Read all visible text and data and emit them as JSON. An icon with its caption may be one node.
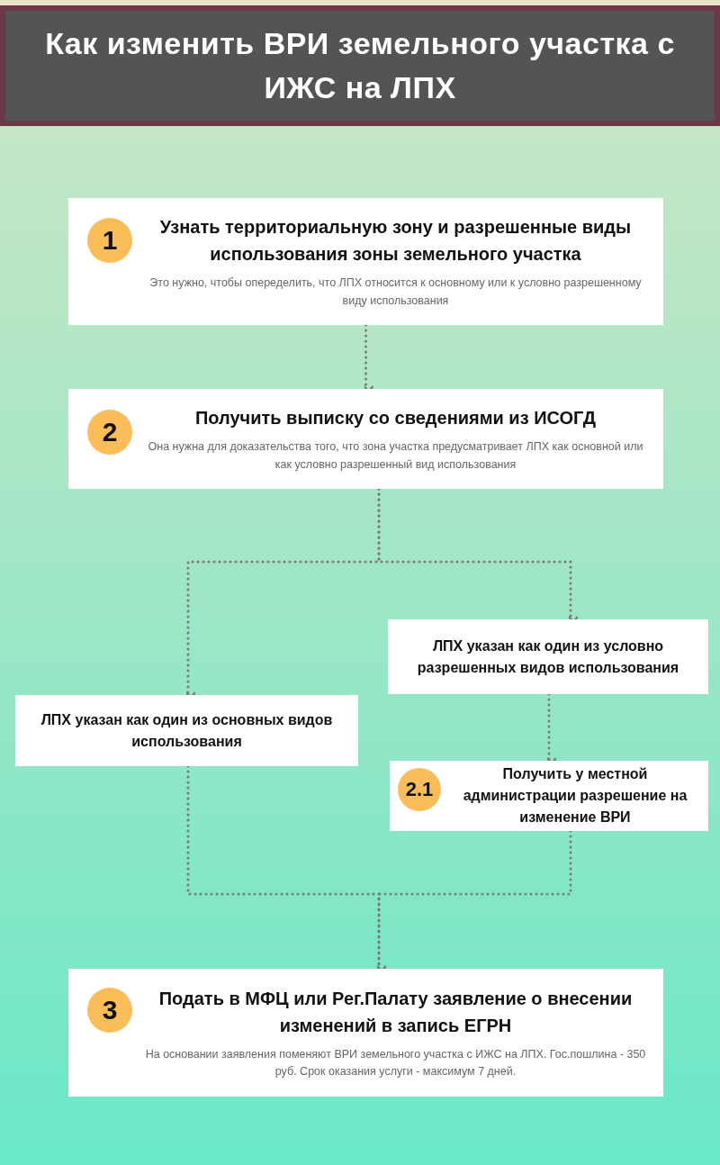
{
  "diagram": {
    "title": "Как изменить ВРИ земельного участка с ИЖС на ЛПХ",
    "nodes": [
      {
        "text": [
          "Узнать территориальную зону и разрешенные виды использования зоны земельного участка",
          "Это нужно, чтобы опеределить, что ЛПХ относится к основному или к условно разрешенному виду использования"
        ]
      },
      {
        "text": [
          "1"
        ],
        "in": 0
      },
      {
        "text": [
          "Получить выписку со сведениями из ИСОГД",
          "Она нужна для доказательства того, что зона участка предусматривает ЛПХ как основной или как условно разрешенный вид использования"
        ]
      },
      {
        "text": [
          "2"
        ],
        "in": 2
      },
      {
        "text": [
          "ЛПХ указан как один из условно разрешенных видов использования"
        ]
      },
      {
        "text": [
          "ЛПХ указан как один из основных видов использования"
        ]
      },
      {
        "text": [
          "Получить у местной администрации разрешение на изменение ВРИ"
        ]
      },
      {
        "text": [
          "2.1"
        ],
        "in": 6
      },
      {
        "text": [
          "Подать в МФЦ или Рег.Палату заявление о внесении изменений в запись ЕГРН",
          "На основании заявления поменяют ВРИ земельного участка с ИЖС на ЛПХ. Гос.пошлина - 350 руб. Срок оказания услуги - максимум 7 дней."
        ]
      },
      {
        "text": [
          "3"
        ],
        "in": 8
      }
    ],
    "edges": [
      {
        "from": 0,
        "to": 2,
        "arrow": "to"
      },
      {
        "from": 2,
        "to": 5,
        "arrow": "to"
      },
      {
        "from": 2,
        "to": 4,
        "arrow": "to"
      },
      {
        "from": 4,
        "to": 6,
        "arrow": "to"
      },
      {
        "from": 5,
        "to": 8,
        "arrow": "to"
      },
      {
        "from": 6,
        "to": 8,
        "arrow": "to"
      }
    ]
  }
}
